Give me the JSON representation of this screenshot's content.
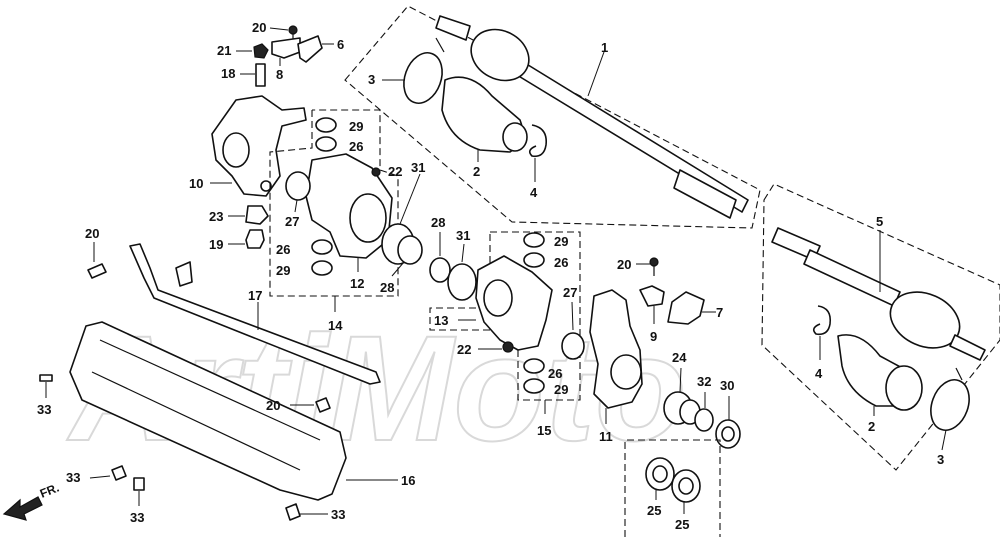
{
  "diagram": {
    "watermark": "ArtiMoto",
    "direction_label": "FR.",
    "callouts": {
      "c1": "1",
      "c2a": "2",
      "c2b": "2",
      "c3a": "3",
      "c3b": "3",
      "c4a": "4",
      "c4b": "4",
      "c5": "5",
      "c6": "6",
      "c7": "7",
      "c8": "8",
      "c9": "9",
      "c10": "10",
      "c11": "11",
      "c12": "12",
      "c13": "13",
      "c14": "14",
      "c15": "15",
      "c16": "16",
      "c17": "17",
      "c18": "18",
      "c19": "19",
      "c20a": "20",
      "c20b": "20",
      "c20c": "20",
      "c20d": "20",
      "c21": "21",
      "c22a": "22",
      "c22b": "22",
      "c23": "23",
      "c24": "24",
      "c25a": "25",
      "c25b": "25",
      "c26a": "26",
      "c26b": "26",
      "c26c": "26",
      "c26d": "26",
      "c27a": "27",
      "c27b": "27",
      "c28a": "28",
      "c28b": "28",
      "c29a": "29",
      "c29b": "29",
      "c29c": "29",
      "c29d": "29",
      "c30": "30",
      "c31a": "31",
      "c31b": "31",
      "c32": "32",
      "c33a": "33",
      "c33b": "33",
      "c33c": "33",
      "c33d": "33"
    }
  }
}
